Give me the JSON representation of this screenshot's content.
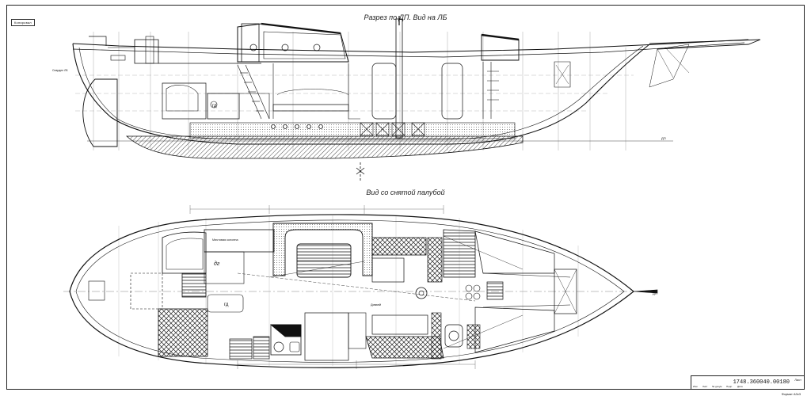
{
  "drawing": {
    "stamp_text": "Копировал",
    "section_title": "Разрез по ДП. Вид на ЛБ",
    "plan_title": "Вид со снятой палубой",
    "labels": {
      "gd_top": "гд",
      "gd_plan": "гд",
      "dg_plan": "дг",
      "mast_label": "Мачтовая колонна",
      "dinette": "Диванй",
      "dp_right": "ДП",
      "dp_plan_right": "ДП",
      "stern_note": "Спарден ЛБ"
    },
    "title_block": {
      "code": "1748.360040.00180",
      "sheet": "Лист",
      "format": "Формат А3х3",
      "cells": [
        "Изм",
        "Лист",
        "№ докум.",
        "Подп.",
        "Дата"
      ]
    }
  }
}
